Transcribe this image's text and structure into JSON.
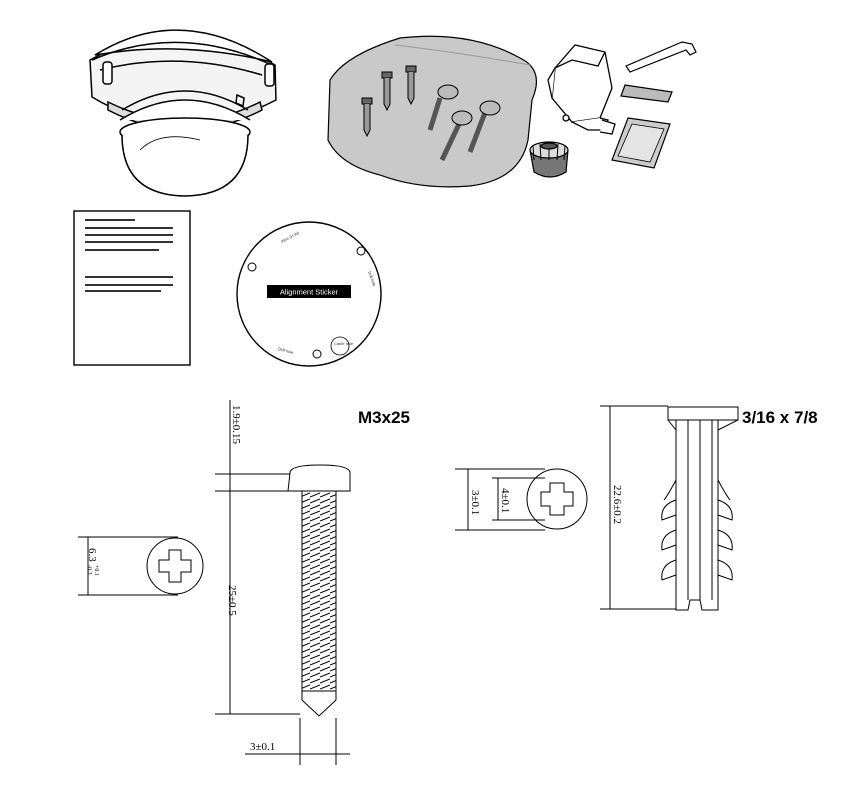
{
  "labels": {
    "screw_size": "M3x25",
    "anchor_size": "3/16 x 7/8",
    "alignment_sticker": "Alignment Sticker"
  },
  "sticker_marks": {
    "top": "Wire (H.W)",
    "right": "Drill hole",
    "bottom_left": "Drill hole",
    "cable": "Cable hole"
  },
  "dimensions": {
    "screw_head_height": "1.9±0.15",
    "screw_head_diameter": "6.3",
    "screw_head_tolerance_upper": "+0.1",
    "screw_head_tolerance_lower": "-0.3",
    "screw_length": "25±0.5",
    "screw_thread_diameter": "3±0.1",
    "anchor_inner_1": "3±0.1",
    "anchor_inner_2": "4±0.1",
    "anchor_length": "22.6±0.2"
  },
  "items": [
    {
      "icon": "dome-camera-icon"
    },
    {
      "icon": "screw-pack-icon"
    },
    {
      "icon": "bracket-icon"
    },
    {
      "icon": "hex-key-icon"
    },
    {
      "icon": "desiccant-icon"
    },
    {
      "icon": "cable-gland-icon"
    },
    {
      "icon": "manual-icon"
    },
    {
      "icon": "alignment-sticker-icon"
    }
  ]
}
